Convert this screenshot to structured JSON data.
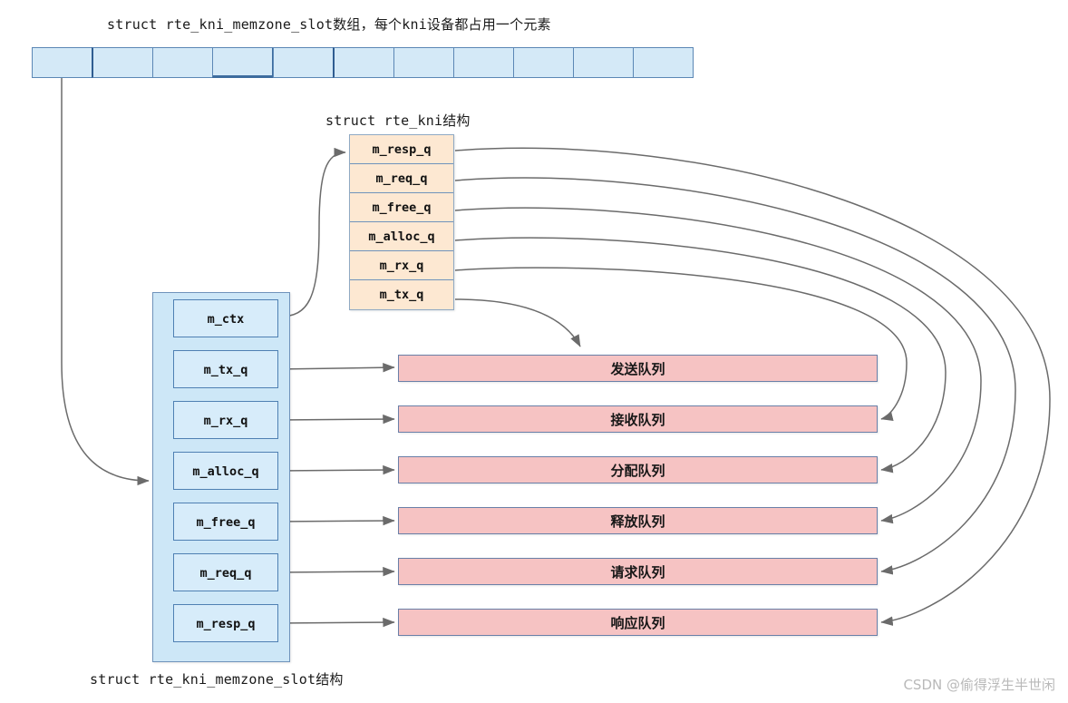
{
  "diagram": {
    "type": "architecture-diagram",
    "background": "#ffffff",
    "colors": {
      "array_fill": "#d4e9f7",
      "array_border": "#5b87b5",
      "kni_fill": "#fde8d2",
      "kni_border": "#6f93bb",
      "slot_container_fill": "#cde7f7",
      "slot_field_fill": "#d7ecfa",
      "slot_field_border": "#4f80b3",
      "queue_fill": "#f6c3c3",
      "queue_border": "#6a80a8",
      "edge_stroke": "#6b6b6b",
      "watermark": "#b9b9b9"
    }
  },
  "array": {
    "title": "struct rte_kni_memzone_slot数组，每个kni设备都占用一个元素",
    "cell_count": 11,
    "accent_cell_index": 3
  },
  "kni_struct": {
    "title": "struct rte_kni结构",
    "fields": [
      {
        "label": "m_resp_q"
      },
      {
        "label": "m_req_q"
      },
      {
        "label": "m_free_q"
      },
      {
        "label": "m_alloc_q"
      },
      {
        "label": "m_rx_q"
      },
      {
        "label": "m_tx_q"
      }
    ]
  },
  "slot_struct": {
    "title": "struct rte_kni_memzone_slot结构",
    "fields": [
      {
        "label": "m_ctx"
      },
      {
        "label": "m_tx_q"
      },
      {
        "label": "m_rx_q"
      },
      {
        "label": "m_alloc_q"
      },
      {
        "label": "m_free_q"
      },
      {
        "label": "m_req_q"
      },
      {
        "label": "m_resp_q"
      }
    ]
  },
  "queues": [
    {
      "label": "发送队列"
    },
    {
      "label": "接收队列"
    },
    {
      "label": "分配队列"
    },
    {
      "label": "释放队列"
    },
    {
      "label": "请求队列"
    },
    {
      "label": "响应队列"
    }
  ],
  "watermark": {
    "text": "CSDN @偷得浮生半世闲"
  }
}
